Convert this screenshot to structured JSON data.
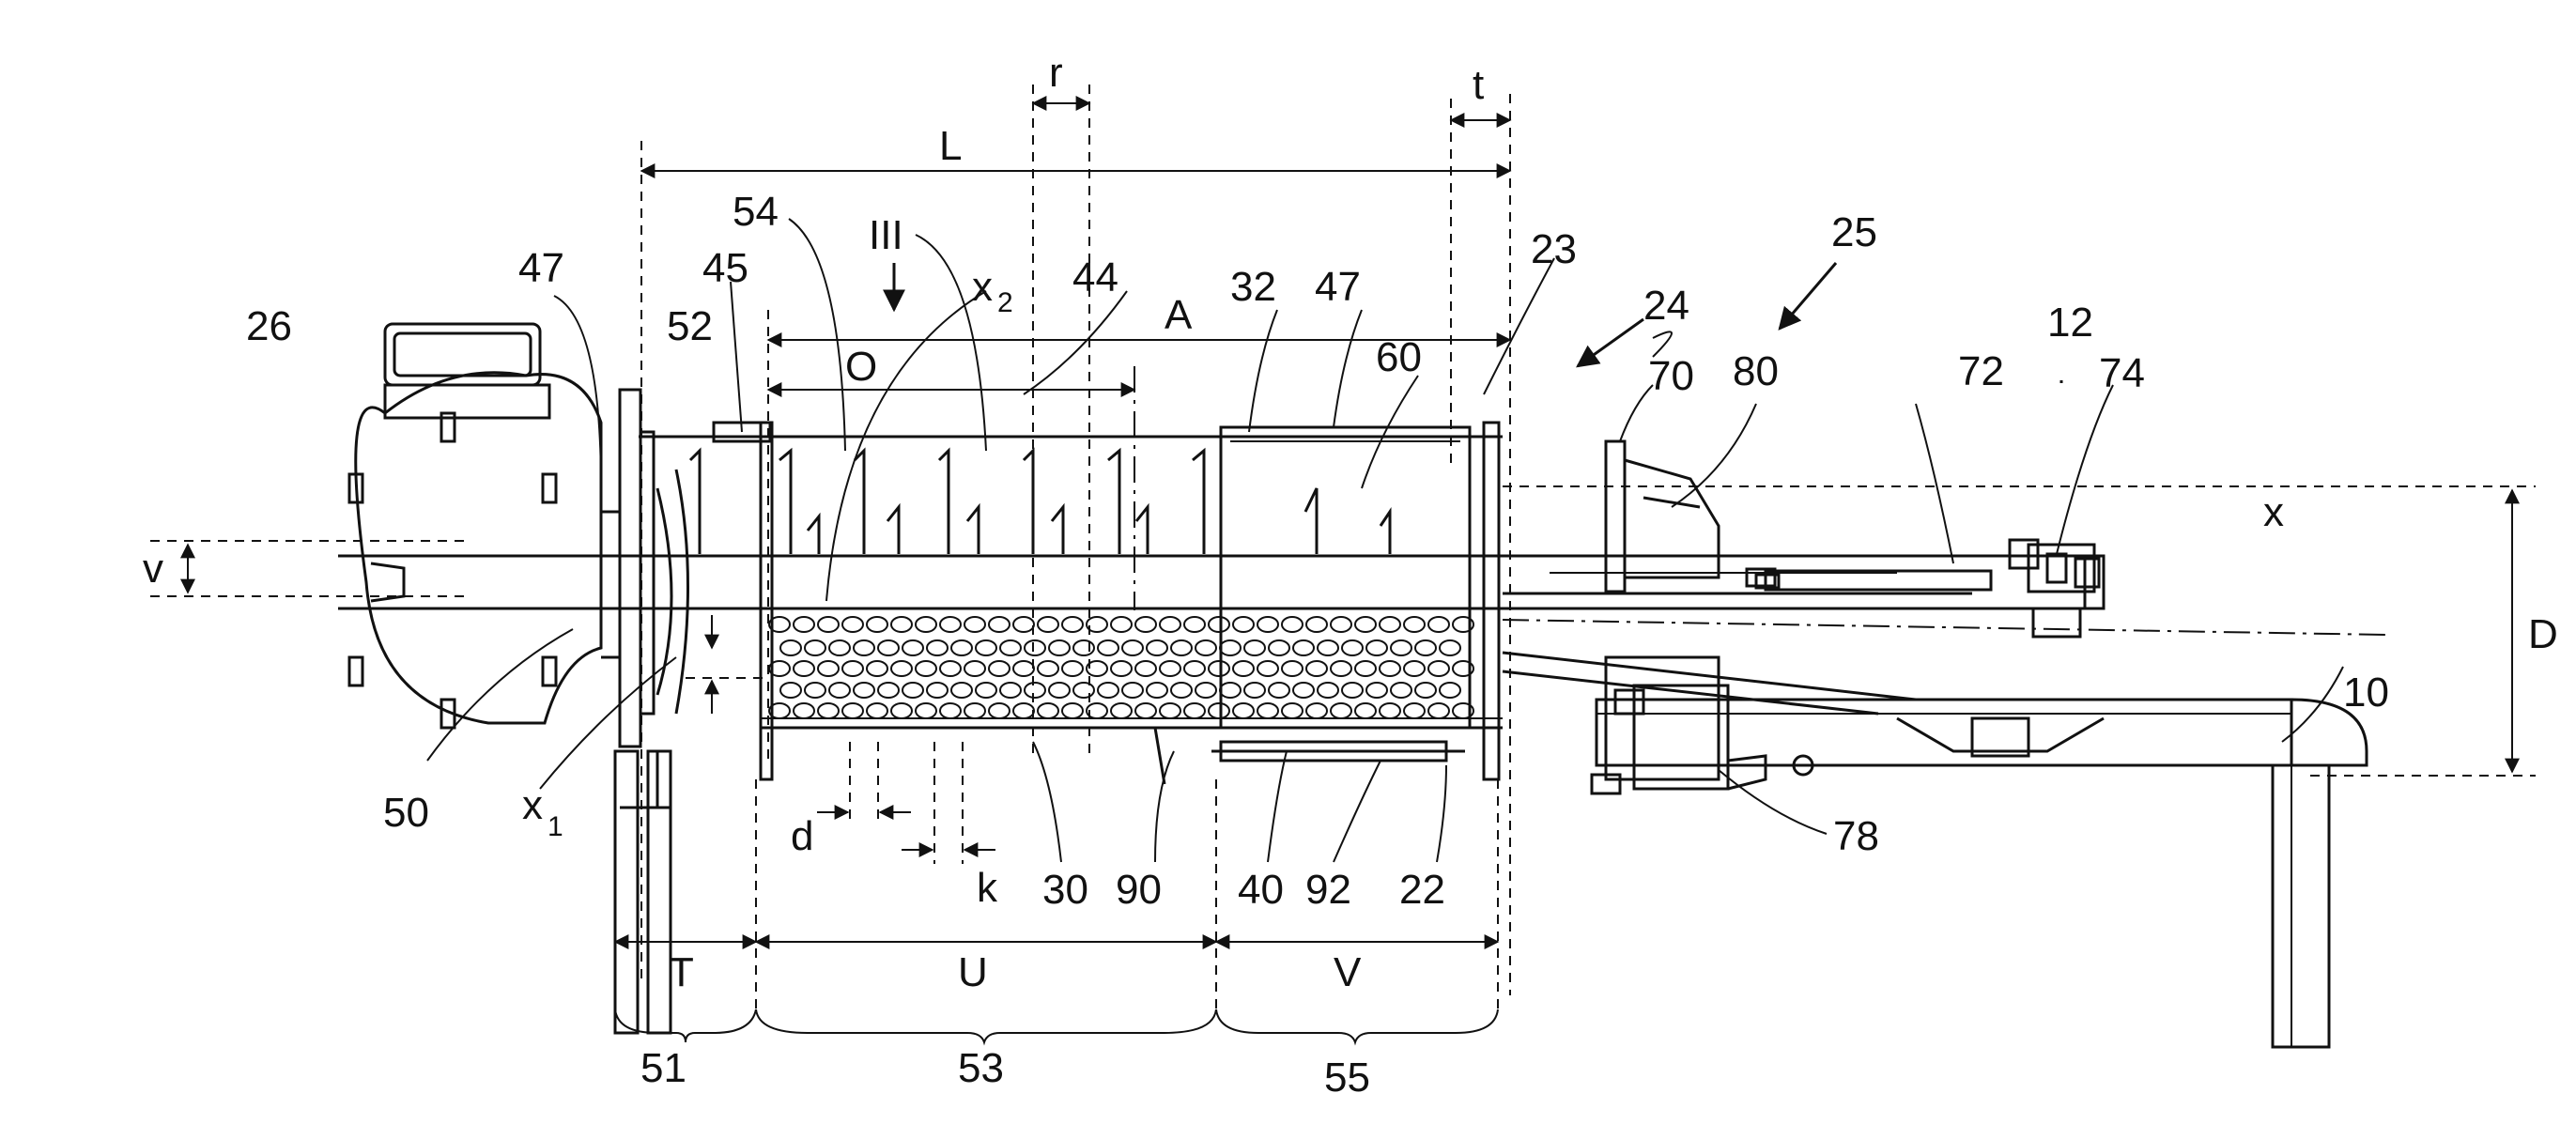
{
  "figure": {
    "labels": {
      "n10": "10",
      "n12": "12",
      "n22": "22",
      "n23": "23",
      "n24": "24",
      "n25": "25",
      "n26": "26",
      "n30": "30",
      "n32": "32",
      "n40": "40",
      "n44": "44",
      "n45": "45",
      "n47a": "47",
      "n47b": "47",
      "n50": "50",
      "n51": "51",
      "n52": "52",
      "n53": "53",
      "n54": "54",
      "n55": "55",
      "n60": "60",
      "n70": "70",
      "n72": "72",
      "n74": "74",
      "n78": "78",
      "n80": "80",
      "n90": "90",
      "n92": "92",
      "III": "III",
      "A": "A",
      "D": "D",
      "L": "L",
      "O": "O",
      "T": "T",
      "U": "U",
      "V": "V",
      "d": "d",
      "k": "k",
      "r": "r",
      "t": "t",
      "v": "v",
      "x": "x",
      "x1": "x",
      "x1_sub": "1",
      "x2": "x",
      "x2_sub": "2"
    }
  }
}
